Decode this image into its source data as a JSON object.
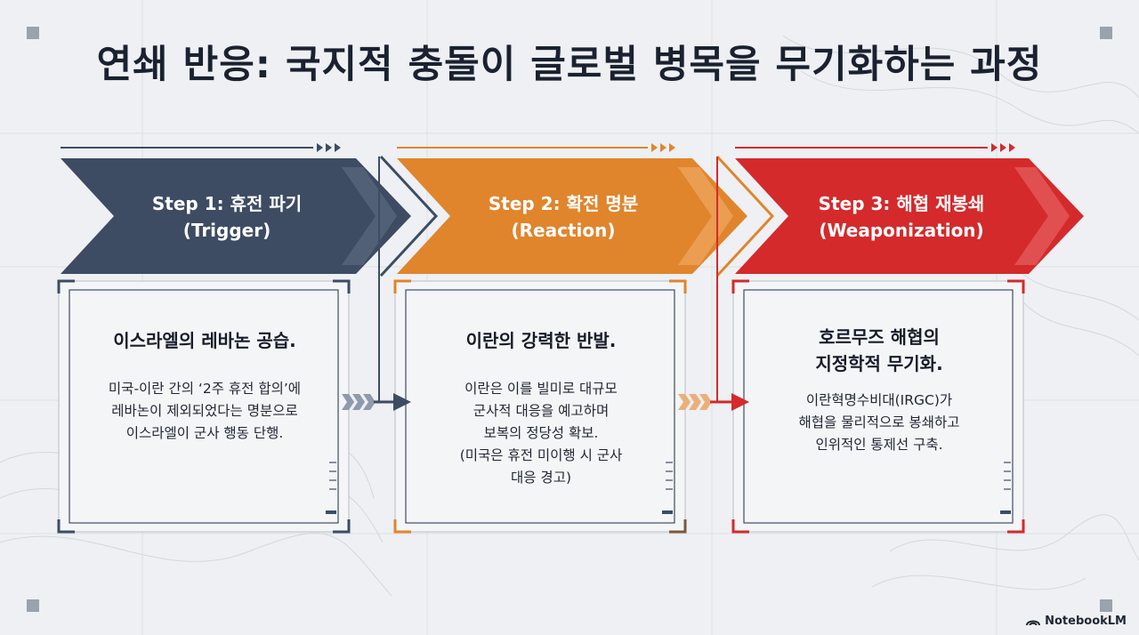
{
  "title": "연쇄 반응: 국지적 충돌이 글로벌 병목을 무기화하는 과정",
  "steps": [
    {
      "header_line1": "Step 1: 휴전 파기",
      "header_line2": "(Trigger)",
      "panel_title": "이스라엘의 레바논 공습.",
      "body": [
        "미국-이란 간의 ‘2주 휴전 합의’에",
        "레바논이 제외되었다는 명분으로",
        "이스라엘이 군사 행동 단행."
      ],
      "color": "#3d4c63"
    },
    {
      "header_line1": "Step 2: 확전 명분",
      "header_line2": "(Reaction)",
      "panel_title": "이란의 강력한 반발.",
      "body": [
        "이란은 이를 빌미로 대규모",
        "군사적 대응을 예고하며",
        "보복의 정당성 확보.",
        "(미국은 휴전 미이행 시 군사",
        "대응 경고)"
      ],
      "color": "#e0852c"
    },
    {
      "header_line1": "Step 3: 해협 재봉쇄",
      "header_line2": "(Weaponization)",
      "panel_title_lines": [
        "호르무즈 해협의",
        "지정학적 무기화."
      ],
      "body": [
        "이란혁명수비대(IRGC)가",
        "해협을 물리적으로 봉쇄하고",
        "인위적인 통제선 구축."
      ],
      "color": "#d42a2c"
    }
  ],
  "brand": "NotebookLM"
}
